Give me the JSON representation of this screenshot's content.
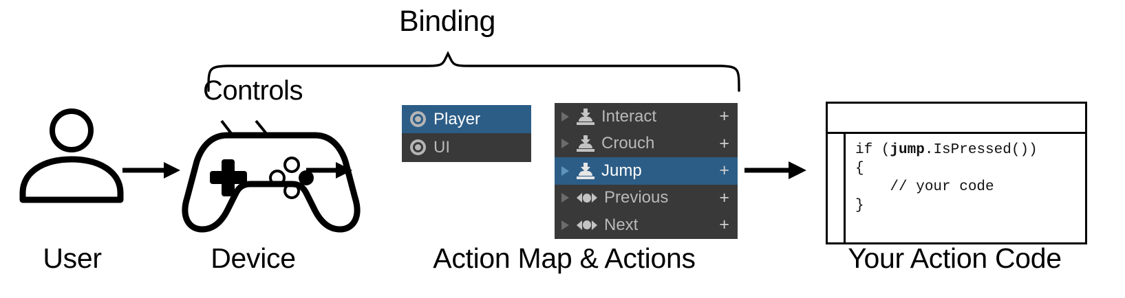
{
  "annotations": {
    "binding": "Binding",
    "controls": "Controls"
  },
  "captions": {
    "user": "User",
    "device": "Device",
    "action_map": "Action Map & Actions",
    "code": "Your Action Code"
  },
  "icons": {
    "user": "user-person-icon",
    "device": "gamepad-controller-icon",
    "dpad": "dpad-cross-icon",
    "face_buttons": "face-buttons-icon",
    "arrow": "arrow-right-icon",
    "brace": "curly-brace-icon"
  },
  "action_map_panel": {
    "items": [
      {
        "label": "Player",
        "icon": "action-map-ring-icon",
        "selected": true
      },
      {
        "label": "UI",
        "icon": "action-map-ring-icon",
        "selected": false
      }
    ]
  },
  "actions_panel": {
    "add_label": "+",
    "items": [
      {
        "label": "Interact",
        "icon": "button-action-icon",
        "selected": false
      },
      {
        "label": "Crouch",
        "icon": "button-action-icon",
        "selected": false
      },
      {
        "label": "Jump",
        "icon": "button-action-icon",
        "selected": true
      },
      {
        "label": "Previous",
        "icon": "axis-action-icon",
        "selected": false
      },
      {
        "label": "Next",
        "icon": "axis-action-icon",
        "selected": false
      }
    ]
  },
  "code_window": {
    "line1_prefix": "if (",
    "line1_bold": "jump",
    "line1_suffix": ".IsPressed())",
    "line2": "{",
    "line3": "    // your code",
    "line4": "}"
  },
  "colors": {
    "selection": "#2c5d87",
    "panel_background": "#393939",
    "panel_text": "#b9b9b9",
    "selected_text": "#ffffff",
    "page_background": "#ffffff",
    "stroke": "#000000"
  }
}
